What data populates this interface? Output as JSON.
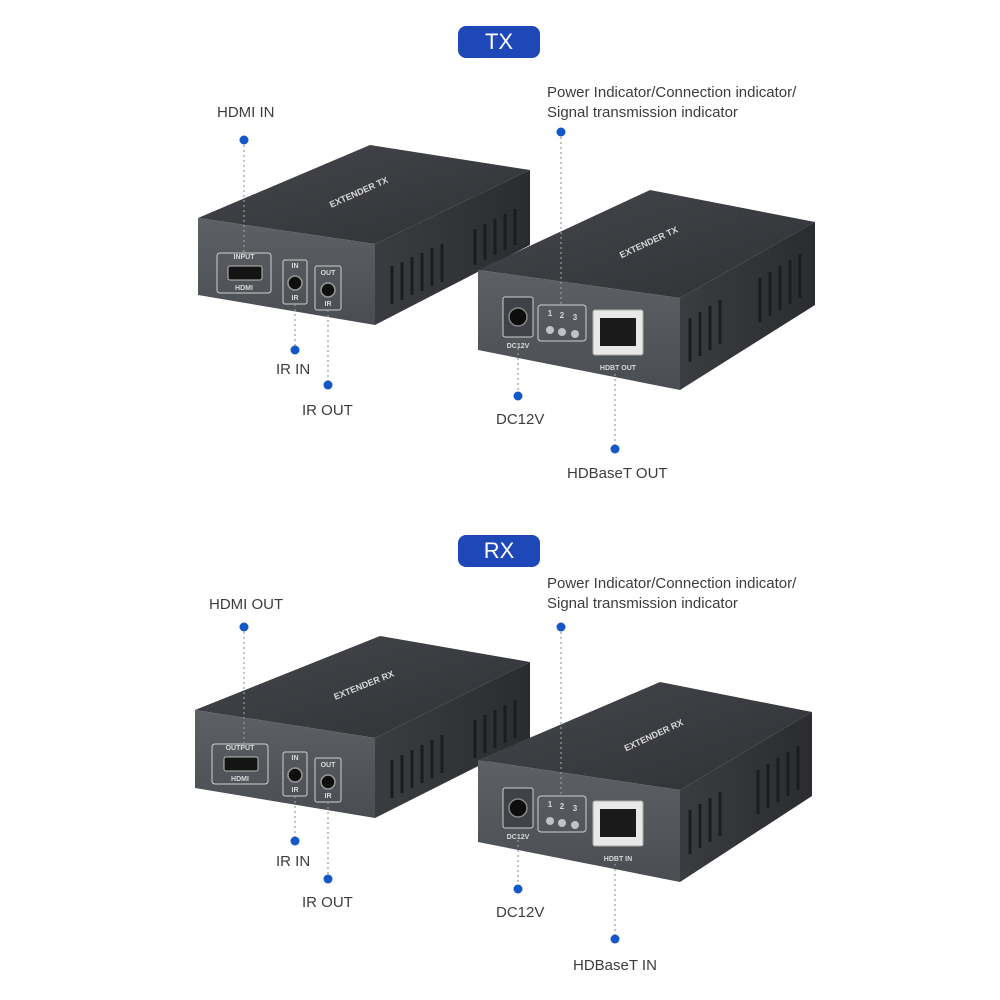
{
  "tx": {
    "badge": "TX",
    "hdmi_in": "HDMI IN",
    "ir_in": "IR IN",
    "ir_out": "IR OUT",
    "indicator_line1": "Power Indicator/Connection indicator/",
    "indicator_line2": "Signal transmission indicator",
    "dc12v": "DC12V",
    "hdbaset": "HDBaseT OUT",
    "device_front": {
      "port_top": "INPUT",
      "port_bottom": "HDMI",
      "ir_in_top": "IN",
      "ir_in_bottom": "IR",
      "ir_out_top": "OUT",
      "ir_out_bottom": "IR",
      "model": "EXTENDER TX"
    },
    "device_back": {
      "dc": "DC12V",
      "leds": [
        "1",
        "2",
        "3"
      ],
      "rj45": "HDBT OUT"
    }
  },
  "rx": {
    "badge": "RX",
    "hdmi_out": "HDMI OUT",
    "ir_in": "IR IN",
    "ir_out": "IR OUT",
    "indicator_line1": "Power Indicator/Connection indicator/",
    "indicator_line2": "Signal transmission indicator",
    "dc12v": "DC12V",
    "hdbaset": "HDBaseT IN",
    "device_front": {
      "port_top": "OUTPUT",
      "port_bottom": "HDMI",
      "ir_in_top": "IN",
      "ir_in_bottom": "IR",
      "ir_out_top": "OUT",
      "ir_out_bottom": "IR",
      "model": "EXTENDER RX"
    },
    "device_back": {
      "dc": "DC12V",
      "leds": [
        "1",
        "2",
        "3"
      ],
      "rj45": "HDBT IN"
    }
  },
  "colors": {
    "badge": "#1e47b8",
    "dot": "#1457c9",
    "device_top": "#3b3d42",
    "device_face": "#54575c",
    "device_side": "#2e3034"
  }
}
